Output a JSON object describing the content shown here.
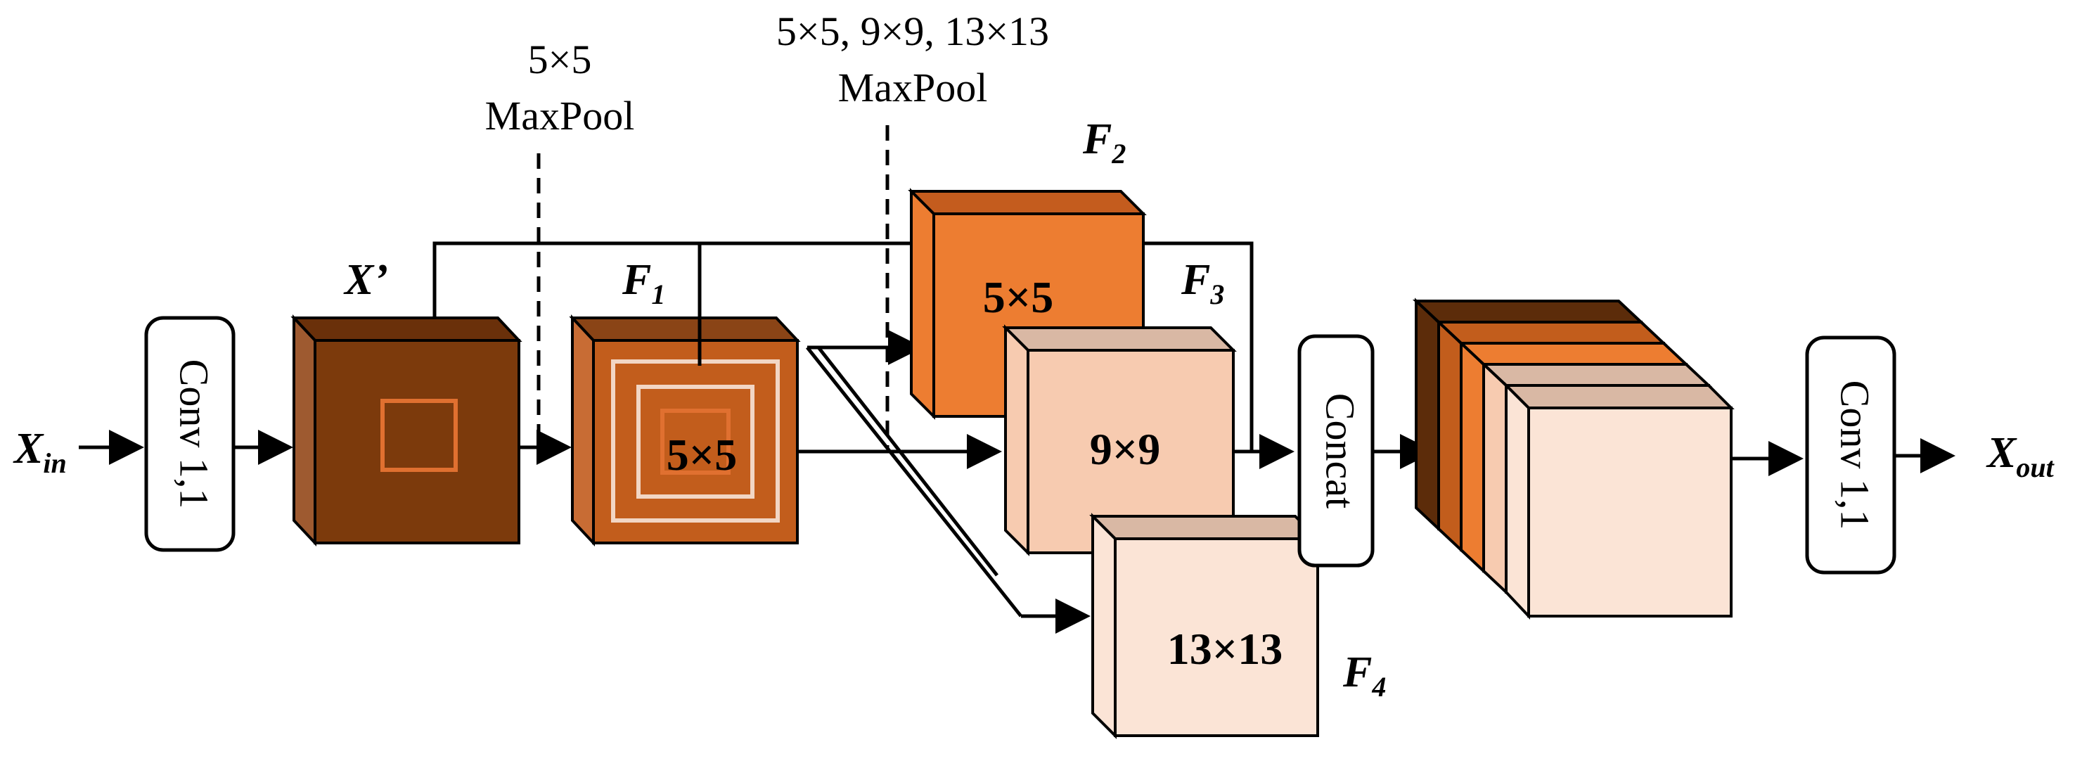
{
  "labels": {
    "x_in": {
      "main": "X",
      "sub": "in"
    },
    "x_out": {
      "main": "X",
      "sub": "out"
    },
    "x_prime": "X’",
    "f1": {
      "main": "F",
      "sub": "1"
    },
    "f2": {
      "main": "F",
      "sub": "2"
    },
    "f3": {
      "main": "F",
      "sub": "3"
    },
    "f4": {
      "main": "F",
      "sub": "4"
    }
  },
  "annotations": {
    "maxpool_single": {
      "size": "5×5",
      "name": "MaxPool"
    },
    "maxpool_multi": {
      "sizes": "5×5, 9×9, 13×13",
      "name": "MaxPool"
    }
  },
  "blocks": {
    "conv_in": "Conv 1,1",
    "concat": "Concat",
    "conv_out": "Conv 1,1"
  },
  "kernels": {
    "f1": "5×5",
    "f2": "5×5",
    "f3": "9×9",
    "f4": "13×13"
  },
  "colors": {
    "x_prime_front": "#7c3a0c",
    "x_prime_side": "#9e5a30",
    "x_prime_top": "#6a300a",
    "f1_front": "#c25d1c",
    "f1_side": "#c86c34",
    "f1_top": "#8a4416",
    "f2_front": "#ed7d31",
    "f2_side": "#ed7d31",
    "f2_top": "#c45c1e",
    "f3_front": "#f7cbb0",
    "f3_top": "#d9b8a4",
    "f4_front": "#fbe4d6",
    "f4_top": "#d9b8a4",
    "inner_square": "#e07030",
    "ring_light": "#f2d6c4",
    "stack_dark": "#5c2c0a",
    "stack_mid": "#c25d1c",
    "stack_orange": "#ed7d31",
    "stack_light": "#f7cbb0",
    "stack_pale": "#fbe4d6"
  }
}
